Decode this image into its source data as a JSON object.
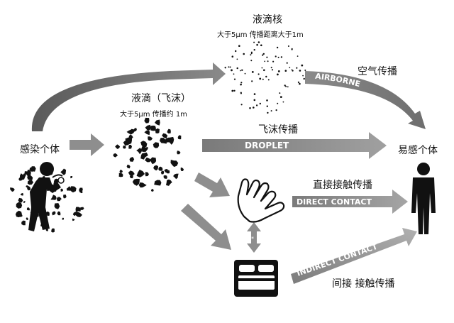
{
  "nuclei": {
    "title": "液滴核",
    "desc": "大于5μm    传播距离大于1m"
  },
  "droplet": {
    "title": "液滴（飞沫）",
    "desc": "大于5μm  传播约 1m"
  },
  "infected_label": "感染个体",
  "susceptible_label": "易感个体",
  "routes": {
    "airborne": {
      "cn": "空气传播",
      "en": "AIRBORNE"
    },
    "droplet": {
      "cn": "飞沫传播",
      "en": "DROPLET"
    },
    "direct": {
      "cn": "直接接触传播",
      "en": "DIRECT CONTACT"
    },
    "indirect": {
      "cn": "间接 接触传播",
      "en": "INDIRECT CONTACT"
    }
  },
  "icons": {
    "infected": "coughing-person-icon",
    "hand": "hand-icon",
    "bed": "bed-icon",
    "susceptible": "standing-person-icon"
  },
  "colors": {
    "arrow": "#9b9b9b",
    "band_text": "#ffffff",
    "ink": "#111111"
  }
}
